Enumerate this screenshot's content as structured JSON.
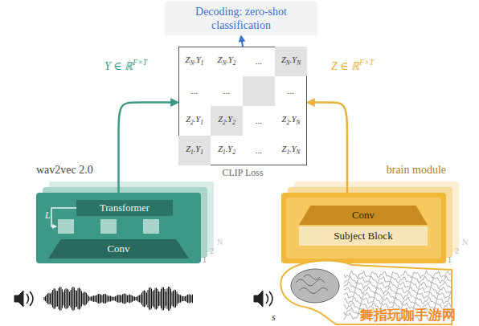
{
  "diagram": {
    "nodes": [
      {
        "text": [
          "Decoding: zero-shot classification"
        ]
      },
      {
        "text": [
          "CLIP Loss"
        ]
      },
      {
        "text": [
          "wav2vec 2.0"
        ]
      },
      {
        "text": [
          "Transformer"
        ],
        "in": 2
      },
      {
        "text": [
          "Conv"
        ],
        "in": 2
      },
      {
        "text": [
          "brain module"
        ]
      },
      {
        "text": [
          "Conv"
        ],
        "in": 5
      },
      {
        "text": [
          "Subject Block"
        ],
        "in": 5
      }
    ],
    "edges": [
      {
        "from": 1,
        "to": 0,
        "arrow": "to"
      },
      {
        "from": 2,
        "to": 1,
        "label": "Y ∈ ℝF×T",
        "arrow": "to"
      },
      {
        "from": 5,
        "to": 1,
        "label": "Z ∈ ℝF×T",
        "arrow": "to"
      }
    ],
    "labels": [
      "ZN.Y1",
      "ZN.Y2",
      "...",
      "ZN.YN",
      "...",
      "...",
      "...",
      "Z2.Y1",
      "Z2.Y2",
      "...",
      "Z2.YN",
      "Z1.Y1",
      "Z1.Y2",
      "...",
      "Z1.YN",
      "L",
      "1",
      "2",
      "N",
      "1",
      "2",
      "N",
      "s",
      "舞指玩咖手游网"
    ]
  }
}
